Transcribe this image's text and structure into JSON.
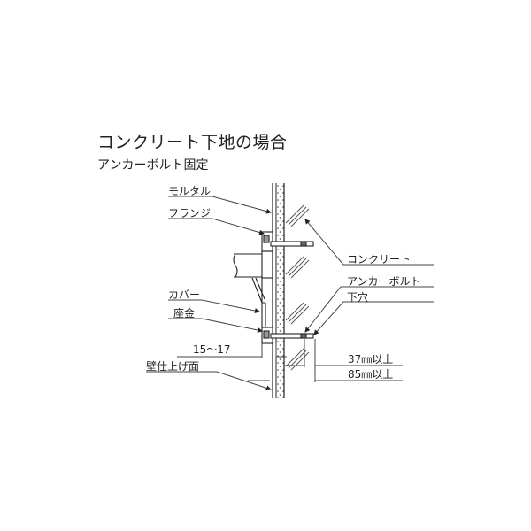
{
  "title": "コンクリート下地の場合",
  "subtitle": "アンカーボルト固定",
  "labels": {
    "mortar": "モルタル",
    "flange": "フランジ",
    "cover": "カバー",
    "washer": "座金",
    "range": "15～17",
    "wall_finish": "壁仕上げ面",
    "concrete": "コンクリート",
    "anchor_bolt": "アンカーボルト",
    "pilot_hole": "下穴",
    "dim_37": "37㎜以上",
    "dim_85": "85㎜以上"
  }
}
